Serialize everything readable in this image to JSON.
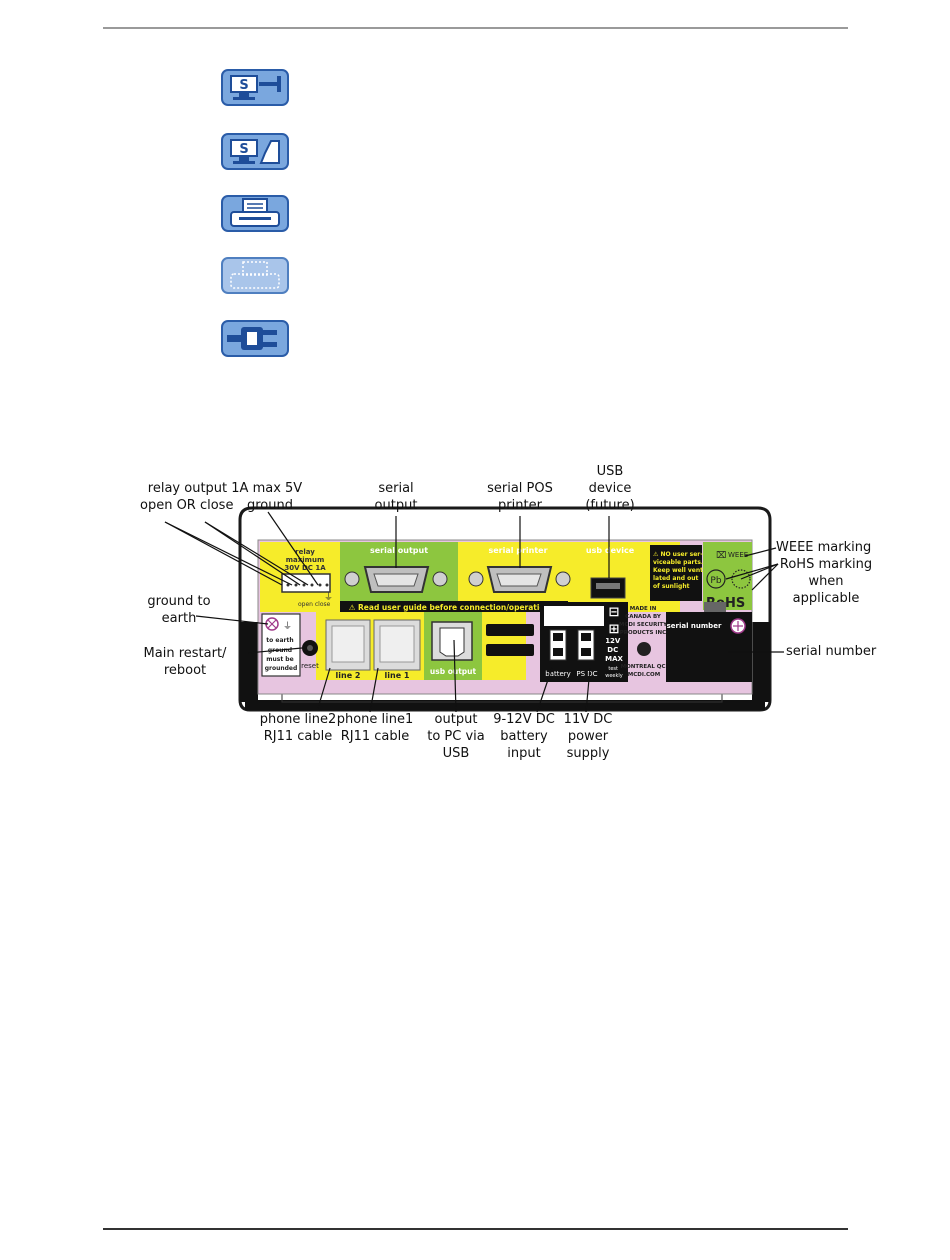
{
  "icons": [
    {
      "name": "serial-computer-connection-icon",
      "glyph": "S"
    },
    {
      "name": "serial-computer-modem-icon",
      "glyph": "S"
    },
    {
      "name": "printer-icon",
      "glyph": ""
    },
    {
      "name": "printer-disabled-icon",
      "glyph": ""
    },
    {
      "name": "power-plug-icon",
      "glyph": ""
    }
  ],
  "colors": {
    "icon_fill": "#7aa7de",
    "icon_border": "#2a5ca8",
    "panel_yellow": "#f6ec2a",
    "panel_green": "#8dc63f",
    "panel_black": "#111111",
    "panel_pink": "#e7c5e0",
    "case_outline": "#1a1a1a"
  },
  "device": {
    "relay_label": "relay",
    "relay_max_label": "maximum",
    "relay_rating": "30V DC 1A",
    "open_close": "open close",
    "serial_output_label": "serial output",
    "serial_printer_label": "serial printer",
    "usb_device_label": "usb device",
    "warning_text": "⚠ Read user guide before connection/operation ⚠",
    "no_user_1": "⚠ NO user ser-",
    "no_user_2": "viceable parts.",
    "no_user_3": "Keep well vent-",
    "no_user_4": "lated and out",
    "no_user_5": "of sunlight",
    "weee": "WEEE",
    "pb": "Pb",
    "rohs": "RoHS",
    "made_in_1": "MADE IN",
    "made_in_2": "CANADA BY",
    "made_in_3": "MCDI SECURITY",
    "made_in_4": "PRODUCTS INC.",
    "made_in_5": "MONTREAL QC",
    "made_in_6": "MCDI.COM",
    "to_earth_1": "to earth",
    "to_earth_2": "ground",
    "to_earth_3": "must be",
    "to_earth_4": "grounded",
    "reset": "reset",
    "line2": "line 2",
    "line1": "line 1",
    "usb_output": "usb output",
    "battery": "battery",
    "ps_dc": "PS DC",
    "v12_1": "12V",
    "v12_2": "DC",
    "v12_3": "MAX",
    "test_1": "test",
    "test_2": "weekly",
    "serial_number_field": "serial number"
  },
  "callouts": {
    "relay_output": "relay output 1A max 5V",
    "open_or_close": "open  OR close",
    "ground": "ground",
    "serial_output_1": "serial",
    "serial_output_2": "output",
    "serial_pos_1": "serial POS",
    "serial_pos_2": "printer",
    "usb_device_1": "USB",
    "usb_device_2": "device",
    "usb_device_3": "(future)",
    "weee_marking": "WEEE marking",
    "rohs_1": "RoHS marking",
    "rohs_2": "when",
    "rohs_3": "applicable",
    "ground_earth_1": "ground to",
    "ground_earth_2": "earth",
    "main_restart_1": "Main restart/",
    "main_restart_2": "reboot",
    "serial_number": "serial number",
    "phone2_1": "phone line2",
    "phone2_2": "RJ11 cable",
    "phone1_1": "phone line1",
    "phone1_2": "RJ11 cable",
    "out_pc_1": "output",
    "out_pc_2": "to PC via",
    "out_pc_3": "USB",
    "battery_1": "9-12V DC",
    "battery_2": "battery",
    "battery_3": "input",
    "power_1": "11V DC",
    "power_2": "power",
    "power_3": "supply"
  }
}
